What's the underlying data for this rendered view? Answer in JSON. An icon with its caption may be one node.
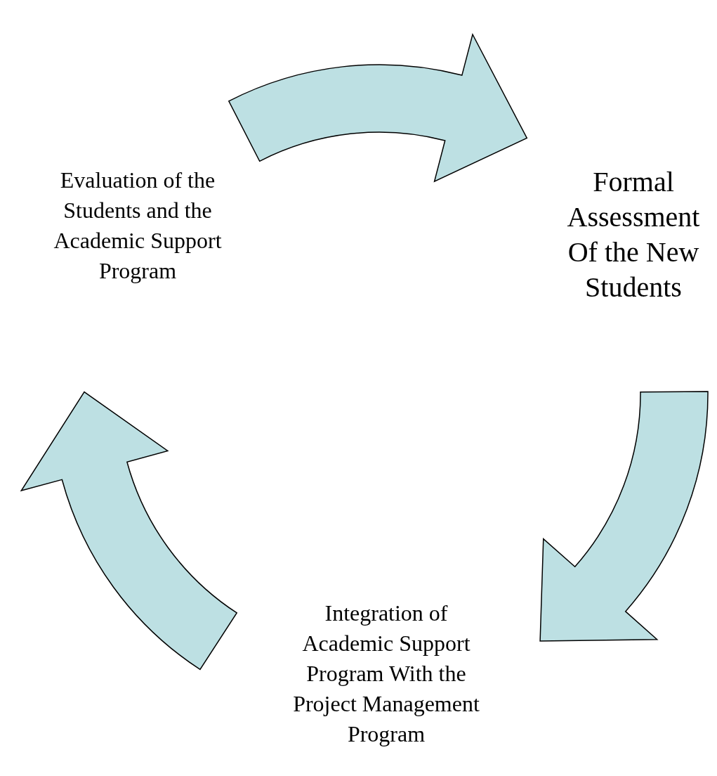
{
  "diagram": {
    "nodes": [
      {
        "text": [
          "Evaluation of the Students and the Academic Support Program"
        ]
      },
      {
        "text": [
          "Formal Assessment Of the New Students"
        ]
      },
      {
        "text": [
          "Integration of Academic Support Program With the Project Management Program"
        ]
      }
    ],
    "edges": [
      {
        "from": 0,
        "to": 1,
        "arrow": "to"
      },
      {
        "from": 1,
        "to": 2,
        "arrow": "to"
      },
      {
        "from": 2,
        "to": 0,
        "arrow": "to"
      }
    ]
  }
}
